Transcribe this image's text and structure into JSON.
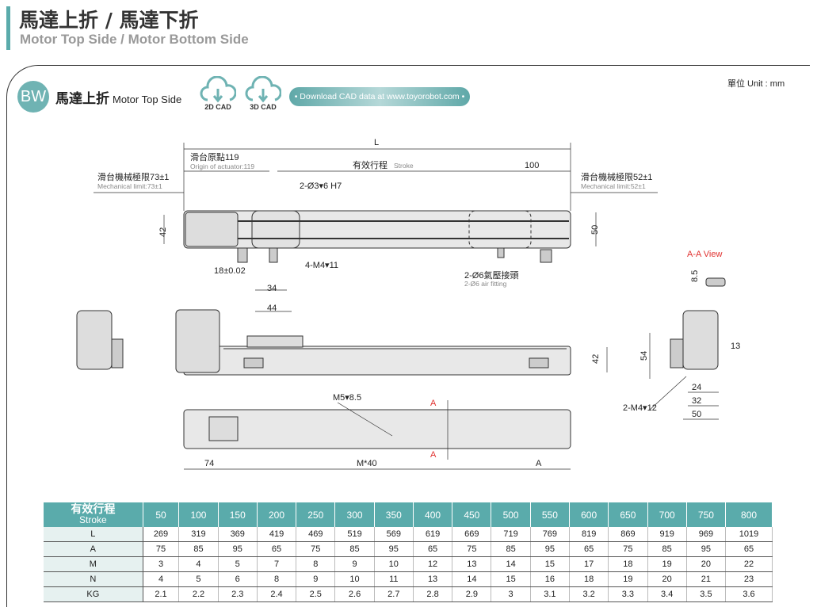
{
  "header": {
    "title": "馬達上折 / 馬達下折",
    "subtitle": "Motor Top Side / Motor Bottom Side"
  },
  "section": {
    "badge": "BW",
    "title_zh": "馬達上折",
    "title_en": "Motor Top Side",
    "cad2d": "2D CAD",
    "cad3d": "3D CAD",
    "download": "• Download CAD data at www.toyorobot.com •",
    "unit": "單位 Unit : mm"
  },
  "colors": {
    "accent": "#5aabab",
    "red": "#e0312f"
  },
  "drawing": {
    "L": "L",
    "origin_zh": "滑台原點119",
    "origin_en": "Origin of actuator:119",
    "stroke_zh": "有效行程",
    "stroke_en": "Stroke",
    "d100": "100",
    "mech_left_zh": "滑台機械極限73±1",
    "mech_left_en": "Mechanical limit:73±1",
    "mech_right_zh": "滑台機械極限52±1",
    "mech_right_en": "Mechanical limit:52±1",
    "pin": "2-Ø3▾6 H7",
    "d42": "42",
    "d50": "50",
    "tol": "18±0.02",
    "m4": "4-M4▾11",
    "d34": "34",
    "d44": "44",
    "fit_zh": "2-Ø6氣壓接頭",
    "fit_en": "2-Ø6 air fitting",
    "aa": "A-A View",
    "d85": "8.5",
    "d42b": "42",
    "d54": "54",
    "d13": "13",
    "d24": "24",
    "d32": "32",
    "d50b": "50",
    "m4b": "2-M4▾12",
    "m5": "M5▾8.5",
    "A": "A",
    "d74": "74",
    "m40": "M*40",
    "Adim": "A"
  },
  "table": {
    "header_zh": "有效行程",
    "header_en": "Stroke",
    "strokes": [
      "50",
      "100",
      "150",
      "200",
      "250",
      "300",
      "350",
      "400",
      "450",
      "500",
      "550",
      "600",
      "650",
      "700",
      "750",
      "800"
    ],
    "rows": [
      {
        "label": "L",
        "values": [
          "269",
          "319",
          "369",
          "419",
          "469",
          "519",
          "569",
          "619",
          "669",
          "719",
          "769",
          "819",
          "869",
          "919",
          "969",
          "1019"
        ]
      },
      {
        "label": "A",
        "values": [
          "75",
          "85",
          "95",
          "65",
          "75",
          "85",
          "95",
          "65",
          "75",
          "85",
          "95",
          "65",
          "75",
          "85",
          "95",
          "65"
        ]
      },
      {
        "label": "M",
        "values": [
          "3",
          "4",
          "5",
          "7",
          "8",
          "9",
          "10",
          "12",
          "13",
          "14",
          "15",
          "17",
          "18",
          "19",
          "20",
          "22"
        ]
      },
      {
        "label": "N",
        "values": [
          "4",
          "5",
          "6",
          "8",
          "9",
          "10",
          "11",
          "13",
          "14",
          "15",
          "16",
          "18",
          "19",
          "20",
          "21",
          "23"
        ]
      },
      {
        "label": "KG",
        "values": [
          "2.1",
          "2.2",
          "2.3",
          "2.4",
          "2.5",
          "2.6",
          "2.7",
          "2.8",
          "2.9",
          "3",
          "3.1",
          "3.2",
          "3.3",
          "3.4",
          "3.5",
          "3.6"
        ]
      }
    ]
  }
}
